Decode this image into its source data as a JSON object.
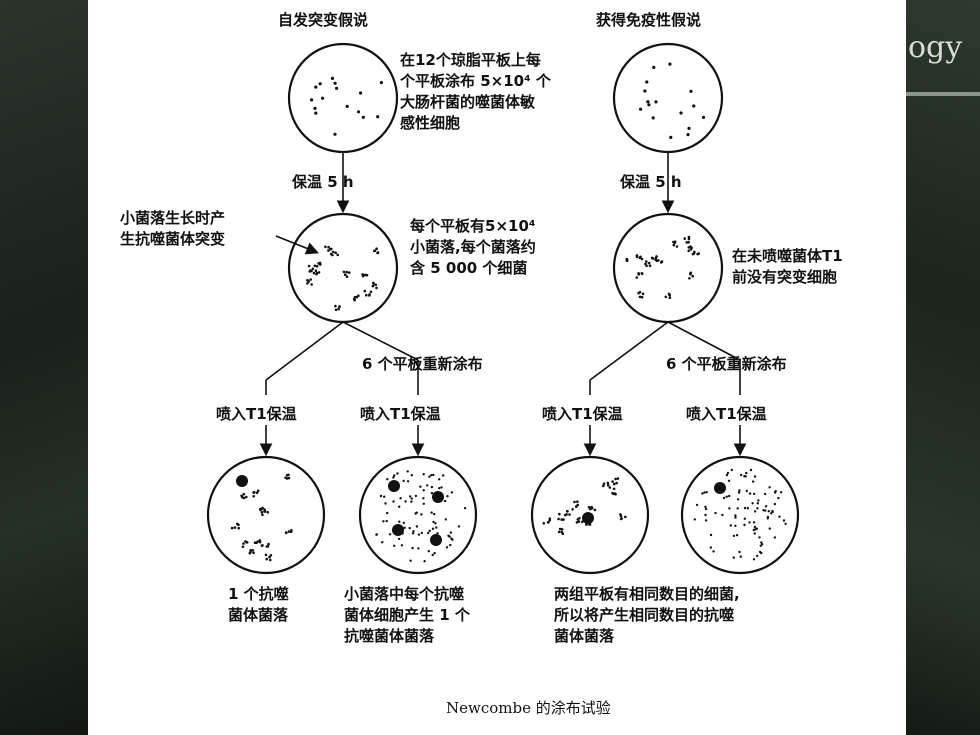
{
  "slide": {
    "background_text": "ogy"
  },
  "diagram": {
    "left_title": "自发突变假说",
    "right_title": "获得免疫性假说",
    "plate_note": [
      "在12个琼脂平板上每",
      "个平板涂布 5×10⁴ 个",
      "大肠杆菌的噬菌体敏",
      "感性细胞"
    ],
    "incubate_left": "保温 5 h",
    "incubate_right": "保温 5 h",
    "mutation_note": [
      "小菌落生长时产",
      "生抗噬菌体突变"
    ],
    "colony_note": [
      "每个平板有5×10⁴",
      "小菌落,每个菌落约",
      "含 5 000 个细菌"
    ],
    "no_mutant_note": [
      "在未喷噬菌体T1",
      "前没有突变细胞"
    ],
    "replate_left": "6 个平板重新涂布",
    "replate_right": "6 个平板重新涂布",
    "spray_labels": [
      "喷入T1保温",
      "喷入T1保温",
      "喷入T1保温",
      "喷入T1保温"
    ],
    "result_1": [
      "1 个抗噬",
      "菌体菌落"
    ],
    "result_2": [
      "小菌落中每个抗噬",
      "菌体细胞产生 1 个",
      "抗噬菌体菌落"
    ],
    "result_3": [
      "两组平板有相同数目的细菌,",
      "所以将产生相同数目的抗噬",
      "菌体菌落"
    ],
    "caption": "Newcombe 的涂布试验"
  }
}
